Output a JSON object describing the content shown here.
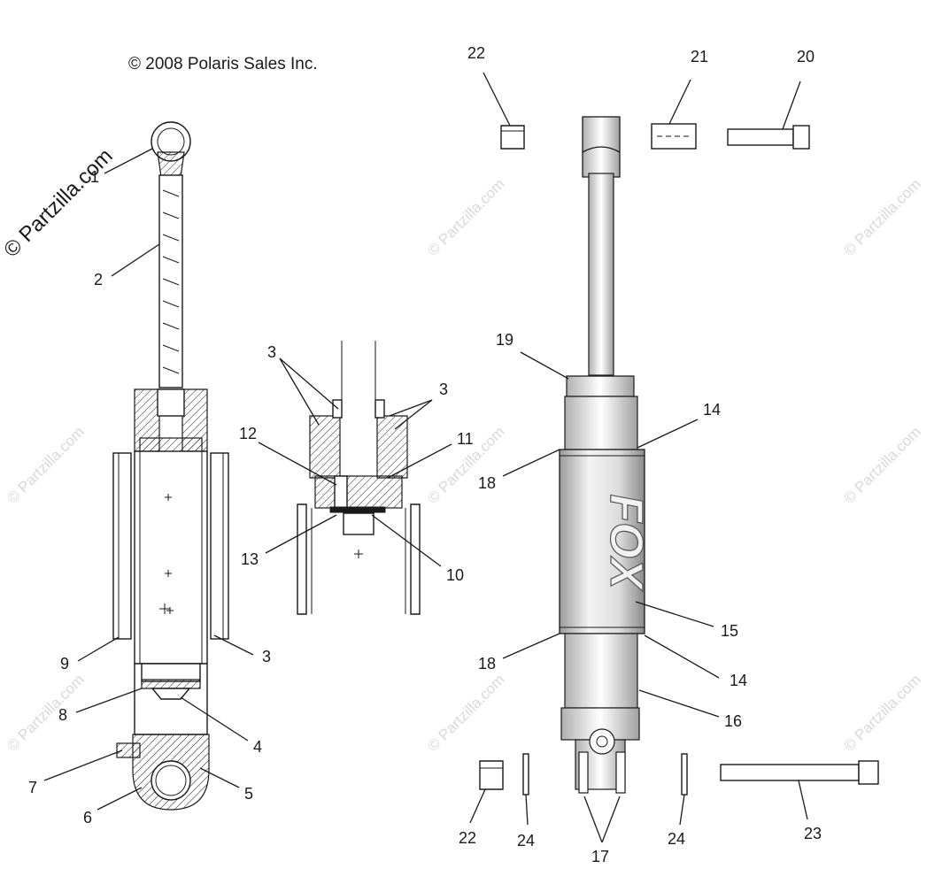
{
  "copyright": "© 2008 Polaris Sales Inc.",
  "watermark": "© Partzilla.com",
  "brand_text": "FOX",
  "callouts": {
    "c1": "1",
    "c2": "2",
    "c3a": "3",
    "c3b": "3",
    "c3c": "3",
    "c4": "4",
    "c5": "5",
    "c6": "6",
    "c7": "7",
    "c8": "8",
    "c9": "9",
    "c10": "10",
    "c11": "11",
    "c12": "12",
    "c13": "13",
    "c14a": "14",
    "c14b": "14",
    "c15": "15",
    "c16": "16",
    "c17": "17",
    "c18a": "18",
    "c18b": "18",
    "c19": "19",
    "c20": "20",
    "c21": "21",
    "c22a": "22",
    "c22b": "22",
    "c23": "23",
    "c24a": "24",
    "c24b": "24"
  }
}
